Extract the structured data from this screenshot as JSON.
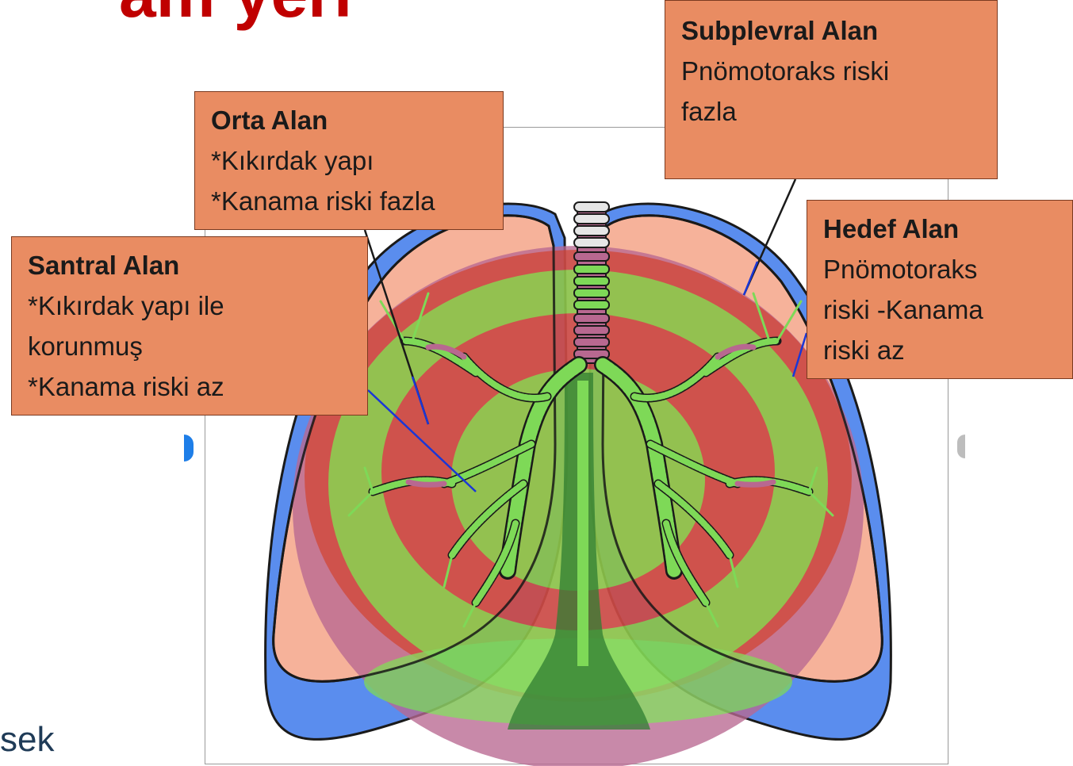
{
  "slide": {
    "title": "am yeri",
    "footer_text": "sek"
  },
  "callouts": {
    "orta": {
      "title": "Orta Alan",
      "lines": [
        "*Kıkırdak yapı",
        "*Kanama riski fazla"
      ]
    },
    "santral": {
      "title": "Santral Alan",
      "lines": [
        "*Kıkırdak yapı ile",
        "korunmuş",
        "*Kanama riski az"
      ]
    },
    "subplevral": {
      "title": "Subplevral Alan",
      "lines": [
        "Pnömotoraks riski",
        "fazla"
      ]
    },
    "hedef": {
      "title": "Hedef Alan",
      "lines": [
        "Pnömotoraks",
        "riski -Kanama",
        "riski  az"
      ]
    }
  },
  "colors": {
    "callout_fill": "#e98c62",
    "title_red": "#c00000",
    "pleura_blue": "#5a8dee",
    "lung_pink": "#f6b29a",
    "zone_purple": "#b86890",
    "zone_red": "#cc4a46",
    "zone_green": "#8bc34a",
    "airway_green": "#7ed957"
  }
}
